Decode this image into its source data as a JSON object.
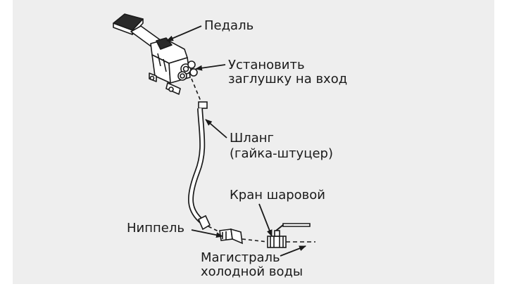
{
  "diagram": {
    "labels": {
      "pedal": "Педаль",
      "plug_line1": "Установить",
      "plug_line2": "заглушку на вход",
      "hose_line1": "Шланг",
      "hose_line2": "(гайка-штуцер)",
      "ball_valve": "Кран шаровой",
      "nipple": "Ниппель",
      "main_line1": "Магистраль",
      "main_line2": "холодной воды"
    },
    "colors": {
      "background": "#eeeeee",
      "line": "#1a1a1a"
    }
  }
}
